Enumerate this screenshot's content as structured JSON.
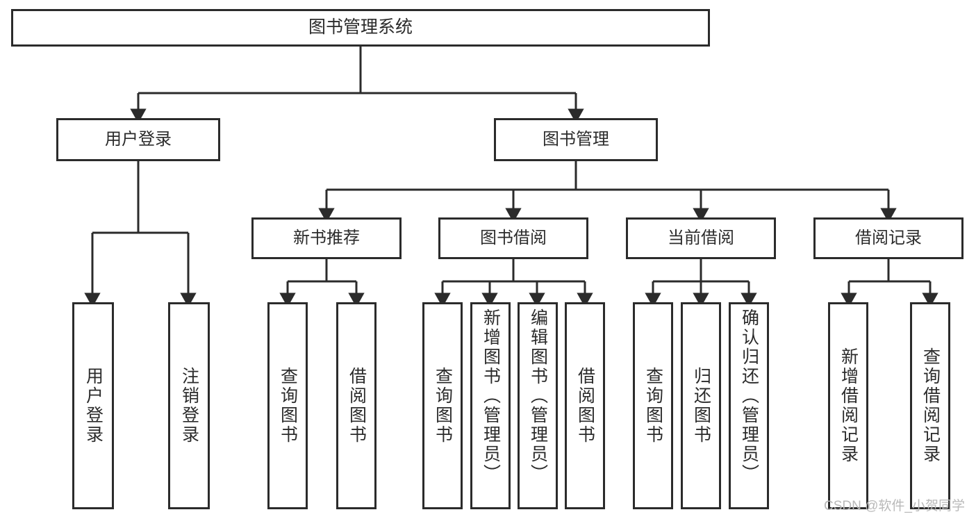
{
  "diagram": {
    "title": "图书管理系统",
    "type": "hierarchy-tree",
    "colors": {
      "stroke": "#2b2b2b",
      "fill": "#ffffff",
      "background": "#ffffff",
      "watermark": "#b9b9b9"
    },
    "root": {
      "label": "图书管理系统"
    },
    "level1": [
      {
        "label": "用户登录"
      },
      {
        "label": "图书管理"
      }
    ],
    "level2": [
      {
        "label": "新书推荐"
      },
      {
        "label": "图书借阅"
      },
      {
        "label": "当前借阅"
      },
      {
        "label": "借阅记录"
      }
    ],
    "leaves": {
      "user_login": [
        {
          "label": "用户登录"
        },
        {
          "label": "注销登录"
        }
      ],
      "new_book": [
        {
          "label": "查询图书"
        },
        {
          "label": "借阅图书"
        }
      ],
      "book_borrow": [
        {
          "label": "查询图书"
        },
        {
          "label": "新增图书（管理员）"
        },
        {
          "label": "编辑图书（管理员）"
        },
        {
          "label": "借阅图书"
        }
      ],
      "current_borrow": [
        {
          "label": "查询图书"
        },
        {
          "label": "归还图书"
        },
        {
          "label": "确认归还（管理员）"
        }
      ],
      "borrow_record": [
        {
          "label": "新增借阅记录"
        },
        {
          "label": "查询借阅记录"
        }
      ]
    },
    "watermark": "CSDN @软件_小贺同学"
  }
}
